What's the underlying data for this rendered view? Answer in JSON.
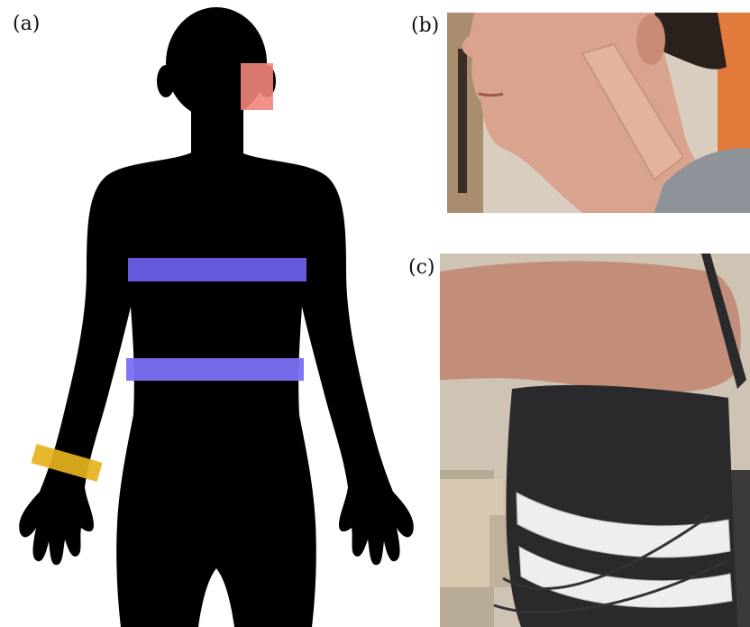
{
  "panels": {
    "a": {
      "label": "(a)"
    },
    "b": {
      "label": "(b)"
    },
    "c": {
      "label": "(c)"
    }
  },
  "colors": {
    "silhouette": "#000000",
    "face_sensor": "#f0857a",
    "chest_bands": "#6a5ee8",
    "wrist_band": "#e6b21c",
    "elastic_bands": "#eeeeee"
  }
}
